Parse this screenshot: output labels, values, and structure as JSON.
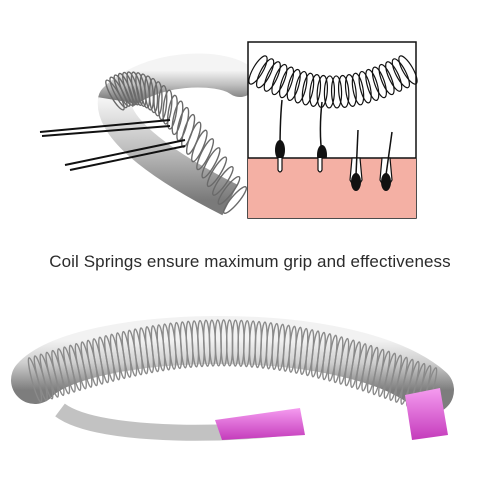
{
  "caption": "Coil Springs ensure maximum grip and effectiveness",
  "colors": {
    "background": "#ffffff",
    "coil_silver": "#c9c9c9",
    "coil_dark": "#6a6a6a",
    "skin": "#f4b0a4",
    "hair": "#111111",
    "pink_tip": "#e25fd6"
  },
  "illustrations": {
    "top_left": "coil-spring-with-hairs",
    "top_right": "hair-removal-diagram",
    "bottom": "coil-spring-headband"
  }
}
